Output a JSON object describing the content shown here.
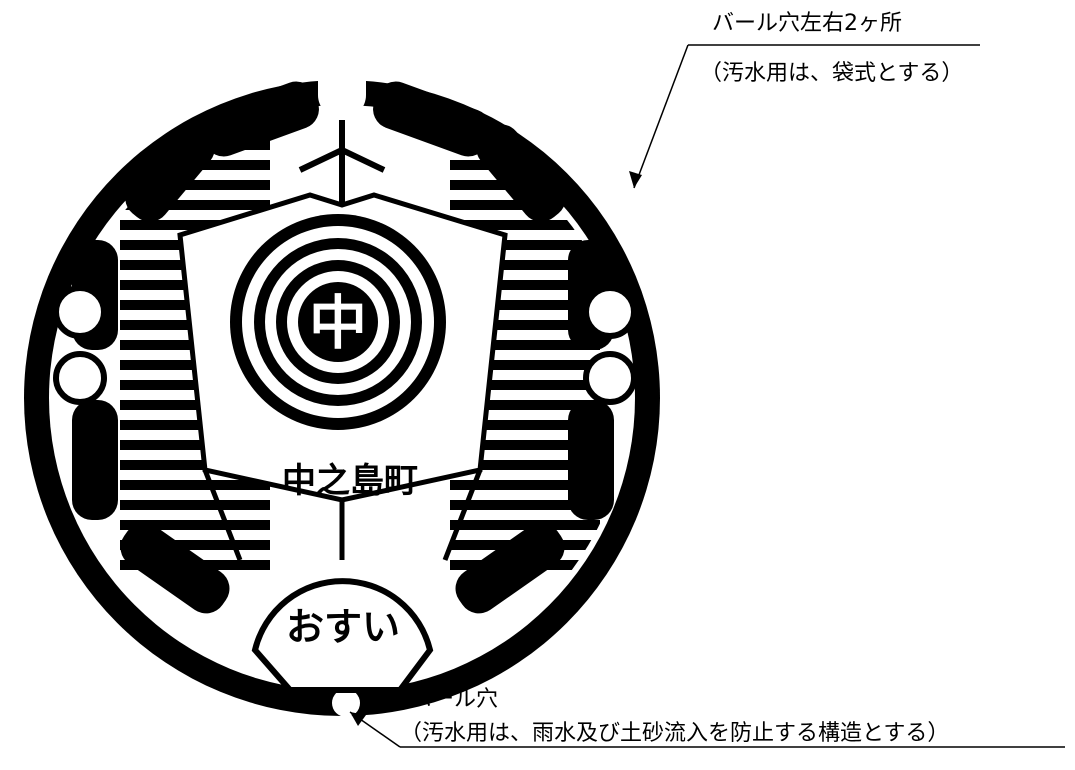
{
  "cover": {
    "town_name": "中之島町",
    "usage_label": "おすい",
    "emblem_char": "中"
  },
  "annotations": {
    "side_holes": {
      "title": "バール穴左右2ヶ所",
      "note": "（汚水用は、袋式とする）"
    },
    "bottom_hole": {
      "title": "バール穴",
      "note": "（汚水用は、雨水及び土砂流入を防止する構造とする）"
    }
  },
  "colors": {
    "ink": "#000000",
    "paper": "#ffffff"
  }
}
